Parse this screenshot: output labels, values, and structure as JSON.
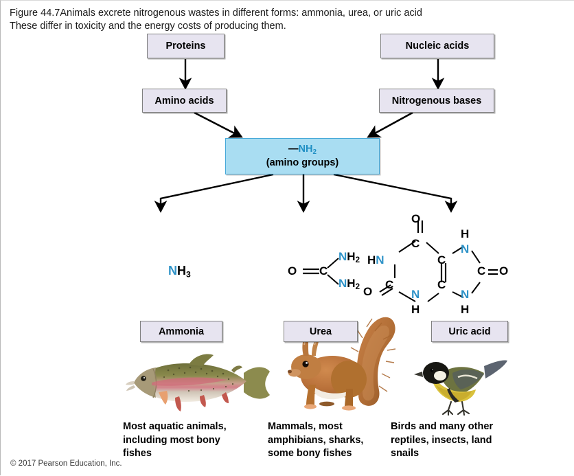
{
  "figure": {
    "title_line1": "Figure 44.7Animals excrete nitrogenous wastes in different forms: ammonia, urea, or uric acid",
    "title_line2": "These differ in toxicity and the energy costs of producing them.",
    "copyright": "© 2017 Pearson Education, Inc."
  },
  "colors": {
    "box_fill": "#e7e4f0",
    "box_border": "#808080",
    "amino_fill": "#a9ddf2",
    "amino_border": "#46a8d8",
    "nitrogen_blue": "#2f93c8",
    "arrow": "#000000",
    "page_background": "#ffffff"
  },
  "flow": {
    "sources": [
      {
        "label": "Proteins"
      },
      {
        "label": "Nucleic acids"
      }
    ],
    "intermediates": [
      {
        "label": "Amino acids"
      },
      {
        "label": "Nitrogenous bases"
      }
    ],
    "hub": {
      "formula": "—NH",
      "formula_sub": "2",
      "sublabel": "(amino groups)"
    }
  },
  "products": [
    {
      "name": "ammonia",
      "box_label": "Ammonia",
      "formula_text": "NH3",
      "animal": "rainbow-trout",
      "caption_lines": [
        "Most aquatic animals,",
        "including most bony",
        "fishes"
      ]
    },
    {
      "name": "urea",
      "box_label": "Urea",
      "formula_text": "O=C(NH2)2",
      "animal": "red-squirrel",
      "caption_lines": [
        "Mammals, most",
        "amphibians, sharks,",
        "some bony fishes"
      ]
    },
    {
      "name": "uric-acid",
      "box_label": "Uric acid",
      "formula_text": "C5H4N4O3 purine ring",
      "animal": "great-tit-bird",
      "caption_lines": [
        "Birds and many other",
        "reptiles, insects, land",
        "snails"
      ]
    }
  ],
  "chem_labels": {
    "ammonia": {
      "n": "N",
      "h": "H",
      "sub": "3"
    },
    "urea": {
      "oxygen": "O",
      "carbon": "C",
      "amine_n": "N",
      "amine_h": "H",
      "amine_sub": "2"
    },
    "uric_acid": {
      "atoms": [
        "O",
        "C",
        "HN",
        "N",
        "H"
      ],
      "top_oxygen": "O",
      "left_oxygen": "O",
      "right_oxygen": "O"
    }
  }
}
